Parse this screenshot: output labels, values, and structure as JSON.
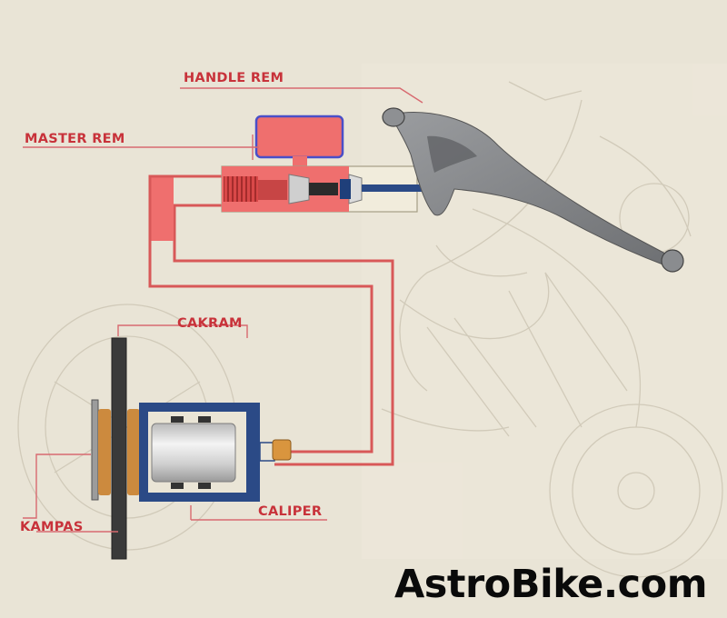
{
  "labels": {
    "handle_rem": "HANDLE REM",
    "master_rem": "MASTER REM",
    "cakram": "CAKRAM",
    "kampas": "KAMPAS",
    "caliper": "CALIPER"
  },
  "watermark": "AstroBike.com",
  "colors": {
    "label_text": "#c8323a",
    "leader_line": "#d86a70",
    "brake_fluid": "#ef6f6e",
    "caliper_body": "#2b4a86",
    "pad": "#cc8a3e",
    "lever": "#7d7f82",
    "background": "#e9e4d6"
  },
  "icons": [
    "brake-lever-icon",
    "brake-disc-icon",
    "caliper-piston-icon",
    "master-cylinder-icon"
  ]
}
